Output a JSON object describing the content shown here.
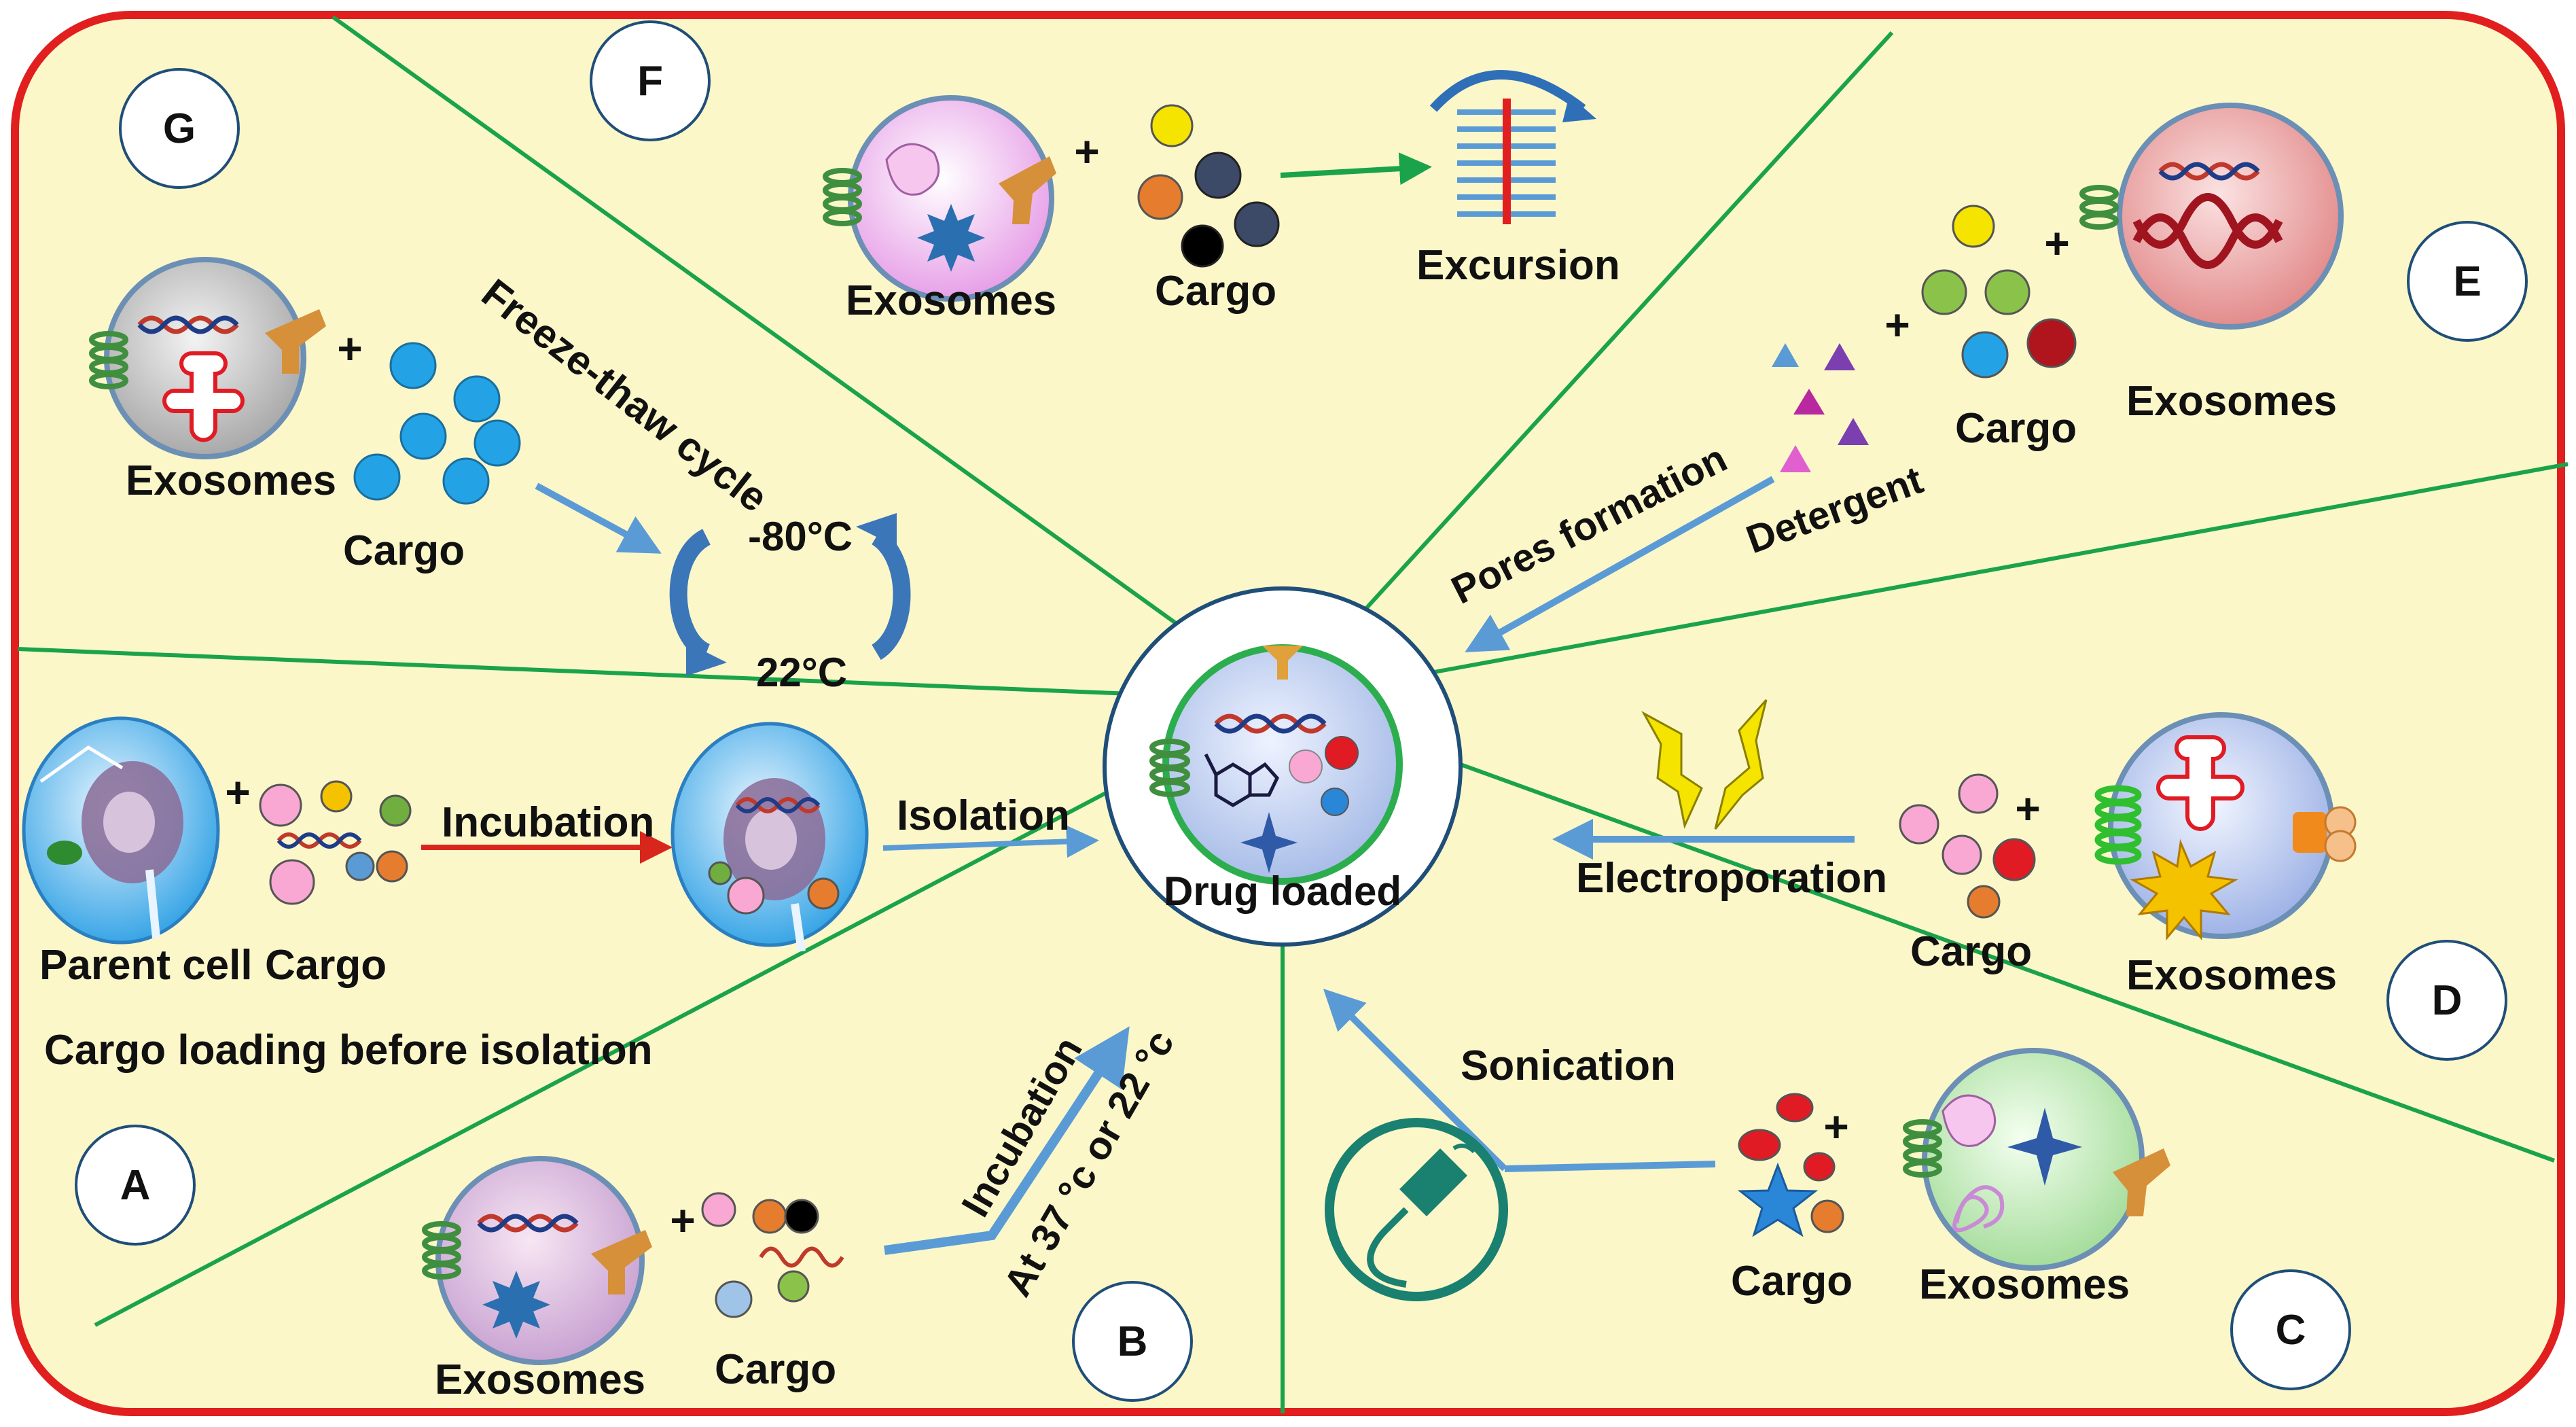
{
  "center": {
    "label": "Drug loaded"
  },
  "sections": {
    "A": {
      "badge": "A",
      "parent_cell": "Parent cell",
      "cargo": "Cargo",
      "incubation": "Incubation",
      "isolation": "Isolation",
      "caption": "Cargo loading before isolation"
    },
    "B": {
      "badge": "B",
      "exosomes": "Exosomes",
      "cargo": "Cargo",
      "incubation": "Incubation",
      "condition": "At 37 °c or 22 °c"
    },
    "C": {
      "badge": "C",
      "sonication": "Sonication",
      "cargo": "Cargo",
      "exosomes": "Exosomes"
    },
    "D": {
      "badge": "D",
      "electroporation": "Electroporation",
      "cargo": "Cargo",
      "exosomes": "Exosomes"
    },
    "E": {
      "badge": "E",
      "pores": "Pores formation",
      "detergent": "Detergent",
      "cargo": "Cargo",
      "exosomes": "Exosomes"
    },
    "F": {
      "badge": "F",
      "exosomes": "Exosomes",
      "cargo": "Cargo",
      "excursion": "Excursion"
    },
    "G": {
      "badge": "G",
      "exosomes": "Exosomes",
      "cargo": "Cargo",
      "cycle": "Freeze-thaw cycle",
      "cold": "-80°C",
      "warm": "22°C"
    }
  },
  "plus_sign": "+",
  "colors": {
    "background": "#fbf7c9",
    "border": "#e11f1f",
    "divider": "#1aa34a",
    "arrow": "#5b9bd5",
    "incubation_arrow": "#d9261c"
  }
}
